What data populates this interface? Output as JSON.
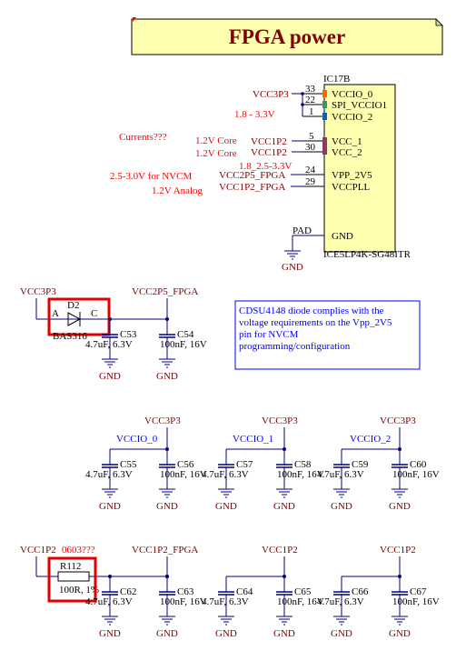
{
  "title": "FPGA power",
  "ic": {
    "refdes": "IC17B",
    "part": "ICE5LP4K-SG48ITR",
    "pins_left": [
      {
        "num": "33",
        "name": "VCCIO_0",
        "net": "VCC3P3"
      },
      {
        "num": "22",
        "name": "SPI_VCCIO1",
        "net": ""
      },
      {
        "num": "1",
        "name": "VCCIO_2",
        "net": ""
      },
      {
        "num": "5",
        "name": "VCC_1",
        "net": "VCC1P2"
      },
      {
        "num": "30",
        "name": "VCC_2",
        "net": "VCC1P2"
      },
      {
        "num": "24",
        "name": "VPP_2V5",
        "net": "VCC2P5_FPGA"
      },
      {
        "num": "29",
        "name": "VCCPLL",
        "net": "VCC1P2_FPGA"
      },
      {
        "num": "PAD",
        "name": "GND",
        "net": "GND"
      }
    ]
  },
  "notes": {
    "range1": "1.8 - 3.3V",
    "currents": "Currents???",
    "core1": "1.2V Core",
    "core2": "1.2V Core",
    "range2": "1.8_2.5-3.3V",
    "nvcm": "2.5-3.0V for NVCM",
    "analog": "1.2V Analog",
    "r_question": "0603???"
  },
  "textbox": {
    "line1": "CDSU4148 diode complies with the",
    "line2": "voltage requirements on the Vpp_2V5",
    "line3": "pin for NVCM",
    "line4": "programming/configuration"
  },
  "nets": {
    "vcc3p3": "VCC3P3",
    "vcc2p5_fpga": "VCC2P5_FPGA",
    "vcc1p2": "VCC1P2",
    "vcc1p2_fpga": "VCC1P2_FPGA",
    "vccio_0": "VCCIO_0",
    "vccio_1": "VCCIO_1",
    "vccio_2": "VCCIO_2",
    "gnd": "GND"
  },
  "diode": {
    "refdes": "D2",
    "part": "BAS316",
    "pin_a": "A",
    "pin_c": "C"
  },
  "resistor": {
    "refdes": "R112",
    "value": "100R, 1%"
  },
  "caps": [
    {
      "refdes": "C53",
      "value": "4.7uF, 6.3V"
    },
    {
      "refdes": "C54",
      "value": "100nF, 16V"
    },
    {
      "refdes": "C55",
      "value": "4.7uF, 6.3V"
    },
    {
      "refdes": "C56",
      "value": "100nF, 16V"
    },
    {
      "refdes": "C57",
      "value": "4.7uF, 6.3V"
    },
    {
      "refdes": "C58",
      "value": "100nF, 16V"
    },
    {
      "refdes": "C59",
      "value": "4.7uF, 6.3V"
    },
    {
      "refdes": "C60",
      "value": "100nF, 16V"
    },
    {
      "refdes": "C62",
      "value": "4.7uF, 6.3V"
    },
    {
      "refdes": "C63",
      "value": "100nF, 16V"
    },
    {
      "refdes": "C64",
      "value": "4.7uF, 6.3V"
    },
    {
      "refdes": "C65",
      "value": "100nF, 16V"
    },
    {
      "refdes": "C66",
      "value": "4.7uF, 6.3V"
    },
    {
      "refdes": "C67",
      "value": "100nF, 16V"
    }
  ],
  "colors": {
    "net": "#800000",
    "wire": "#000080",
    "note": "#ff0000",
    "highlight": "#e00000",
    "ic_fill": "#ffffb0"
  }
}
